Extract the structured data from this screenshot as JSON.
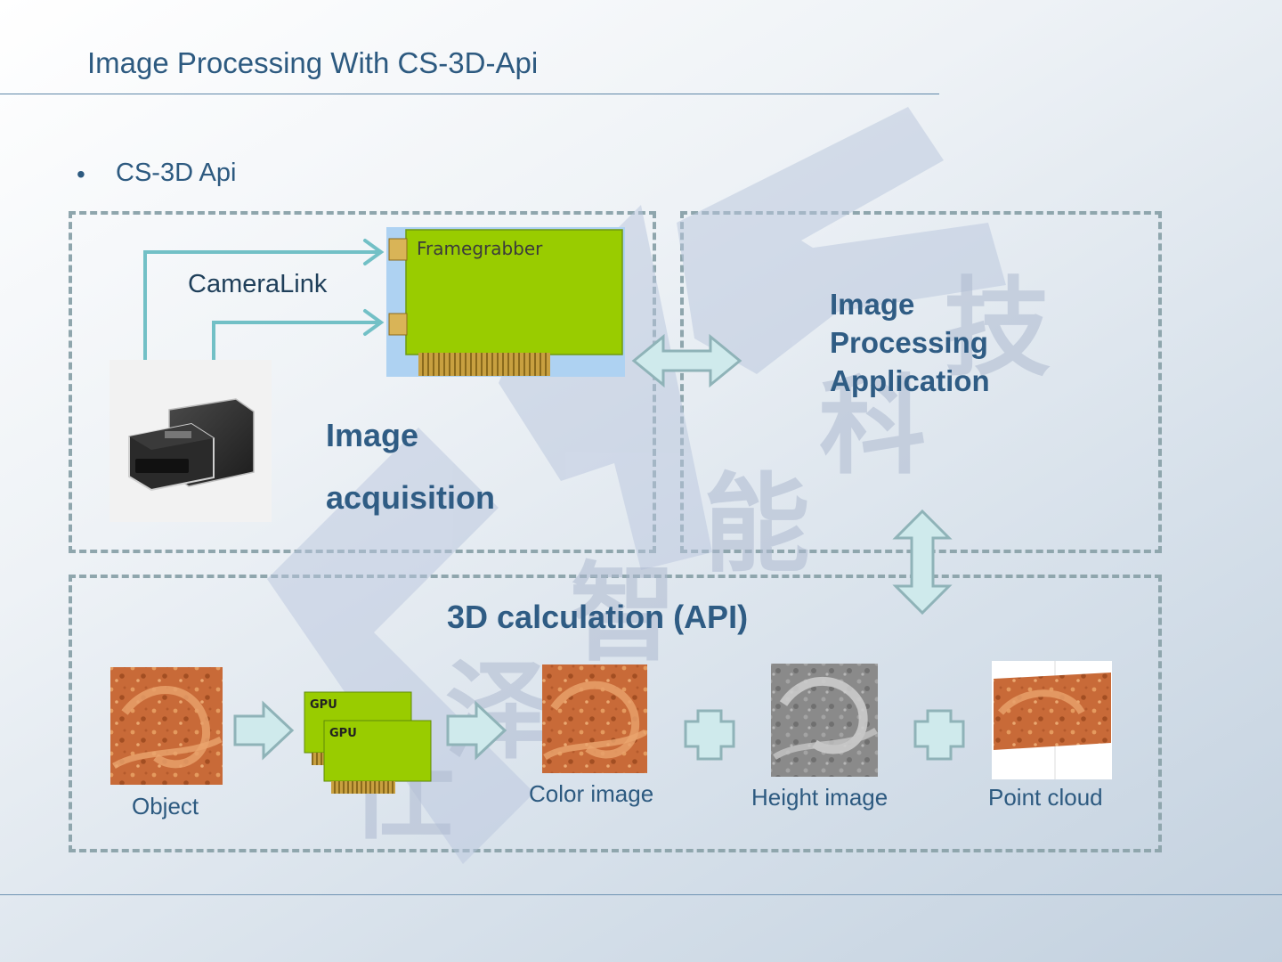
{
  "slide": {
    "title": "Image Processing With CS-3D-Api",
    "bullet_symbol": "•",
    "bullet_text": "CS-3D Api"
  },
  "acquisition": {
    "label_line1": "Image",
    "label_line2": "acquisition",
    "cameralink_label": "CameraLink",
    "framegrabber_label": "Framegrabber"
  },
  "application": {
    "line1": "Image",
    "line2": "Processing",
    "line3": "Application"
  },
  "calculation": {
    "title": "3D calculation (API)",
    "gpu_label": "GPU",
    "captions": {
      "object": "Object",
      "color": "Color image",
      "height": "Height image",
      "cloud": "Point cloud"
    }
  },
  "watermark": {
    "chars": [
      "仕",
      "泽",
      "智",
      "能",
      "科",
      "技"
    ]
  },
  "colors": {
    "title": "#2d5a80",
    "label": "#2f5c84",
    "board_green": "#99cc00",
    "connector": "#72c0c6",
    "arrow_fill": "#cfeaec",
    "arrow_stroke": "#8fb3b8",
    "dash": "#8fa6ad"
  }
}
